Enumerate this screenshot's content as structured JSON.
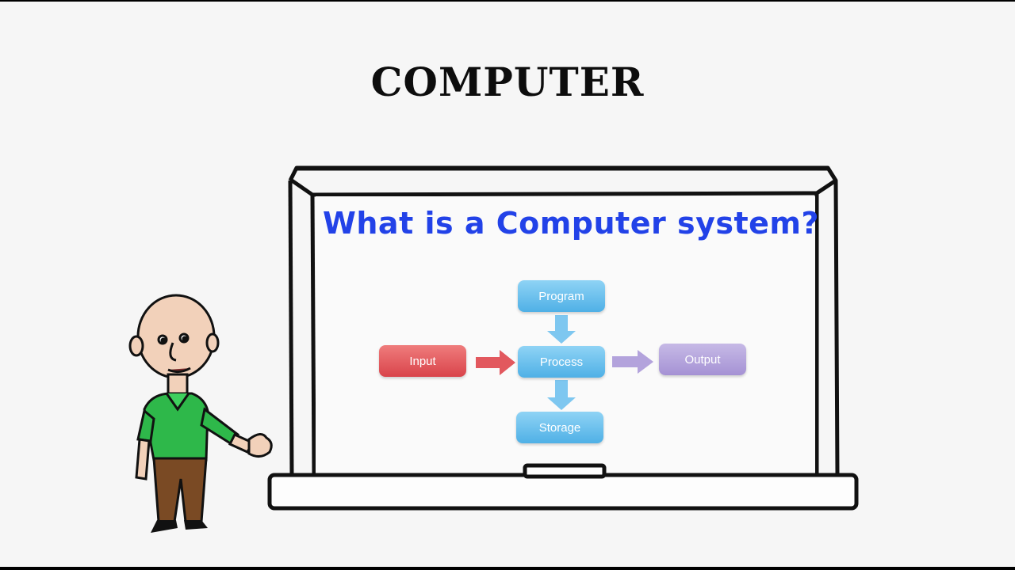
{
  "heading": "COMPUTER",
  "board_title": "What is a Computer system?",
  "nodes": {
    "program": "Program",
    "input": "Input",
    "process": "Process",
    "output": "Output",
    "storage": "Storage"
  },
  "colors": {
    "title_blue": "#2242e8",
    "node_blue": "#4fb0e6",
    "node_red": "#d9444b",
    "node_purple": "#a592d4",
    "arrow_blue": "#7ec7f0",
    "arrow_red": "#e2585e",
    "arrow_purple": "#b3a3dc",
    "shirt_green": "#2eb84a",
    "pants_brown": "#7a4a24"
  }
}
